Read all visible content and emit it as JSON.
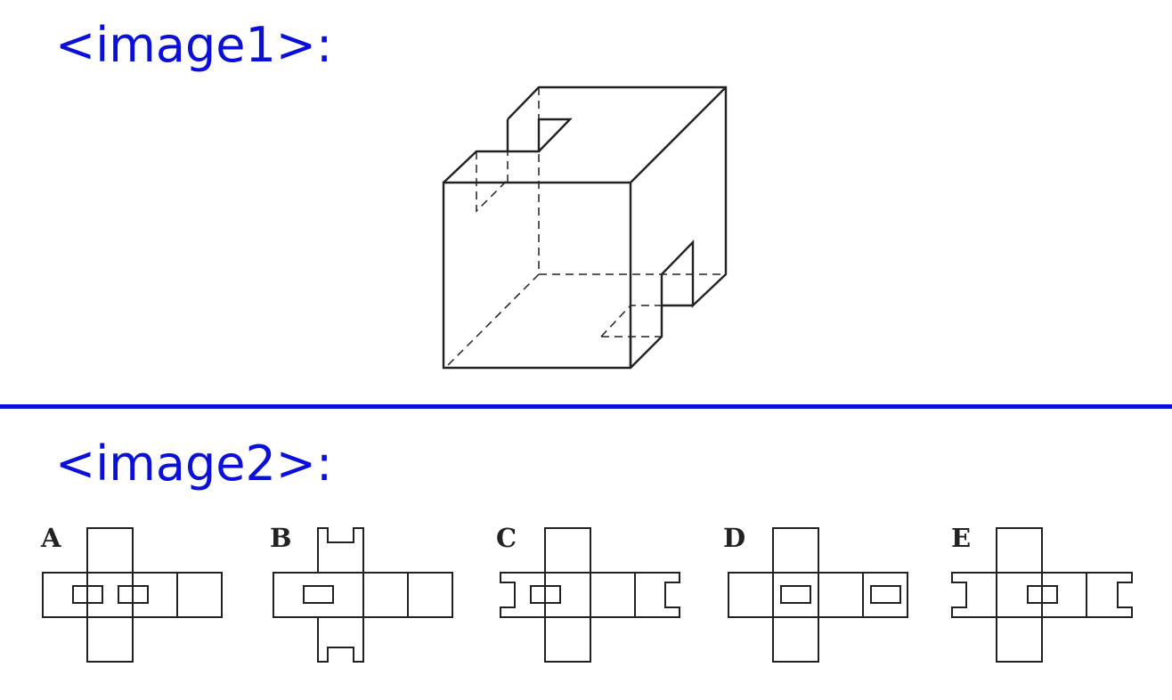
{
  "headings": {
    "image1": "<image1>:",
    "image2": "<image2>:"
  },
  "options": [
    {
      "label": "A"
    },
    {
      "label": "B"
    },
    {
      "label": "C"
    },
    {
      "label": "D"
    },
    {
      "label": "E"
    }
  ],
  "colors": {
    "heading": "#0a10d8",
    "divider": "#0a10d8",
    "line": "#222222"
  }
}
